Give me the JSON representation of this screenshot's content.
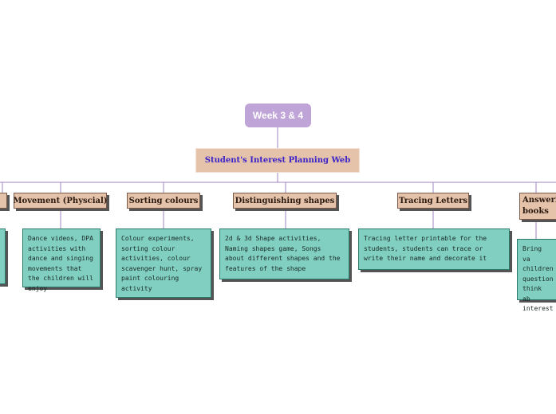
{
  "root": {
    "label": "Week 3 & 4"
  },
  "central": {
    "label": "Student's Interest Planning Web"
  },
  "topics": [
    {
      "label": "Movement (Physcial)",
      "note": "Dance videos, DPA activities with dance and singing movements that the children will enjoy"
    },
    {
      "label": "Sorting colours",
      "note": "Colour experiments, sorting colour activities, colour scavenger hunt, spray paint colouring activity"
    },
    {
      "label": "Distinguishing shapes",
      "note": "2d & 3d Shape activities, Naming shapes game, Songs about different shapes and the features of the shape"
    },
    {
      "label": "Tracing Letters",
      "note": "Tracing letter printable for the students, students can trace or write their name and decorate it"
    },
    {
      "label": "Answeri books",
      "note": "Bring va children question think ab interest"
    }
  ],
  "colors": {
    "root": "#bfa4d8",
    "central_fill": "#e5c3ab",
    "central_text": "#3a22c8",
    "topic_fill": "#e5c3ab",
    "note_fill": "#80cfc0",
    "connector": "#9f86c0"
  }
}
